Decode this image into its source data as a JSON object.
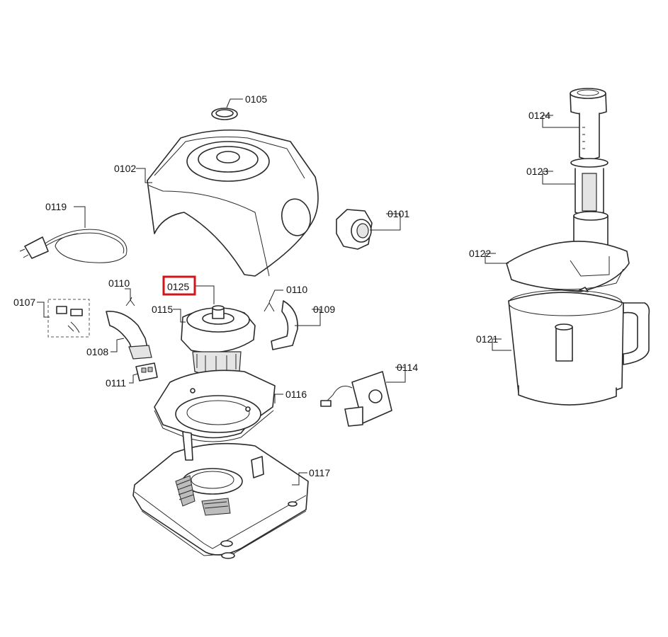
{
  "parts": {
    "p0105": "0105",
    "p0102": "0102",
    "p0119": "0119",
    "p0101": "0101",
    "p0110a": "0110",
    "p0110b": "0110",
    "p0107": "0107",
    "p0125": "0125",
    "p0115": "0115",
    "p0109": "0109",
    "p0108": "0108",
    "p0111": "0111",
    "p0114": "0114",
    "p0116": "0116",
    "p0117": "0117",
    "p0124": "0124",
    "p0123": "0123",
    "p0122": "0122",
    "p0121": "0121"
  },
  "highlighted_part": "0125",
  "colors": {
    "highlight": "#d0161b",
    "line": "#2a2a2a"
  }
}
